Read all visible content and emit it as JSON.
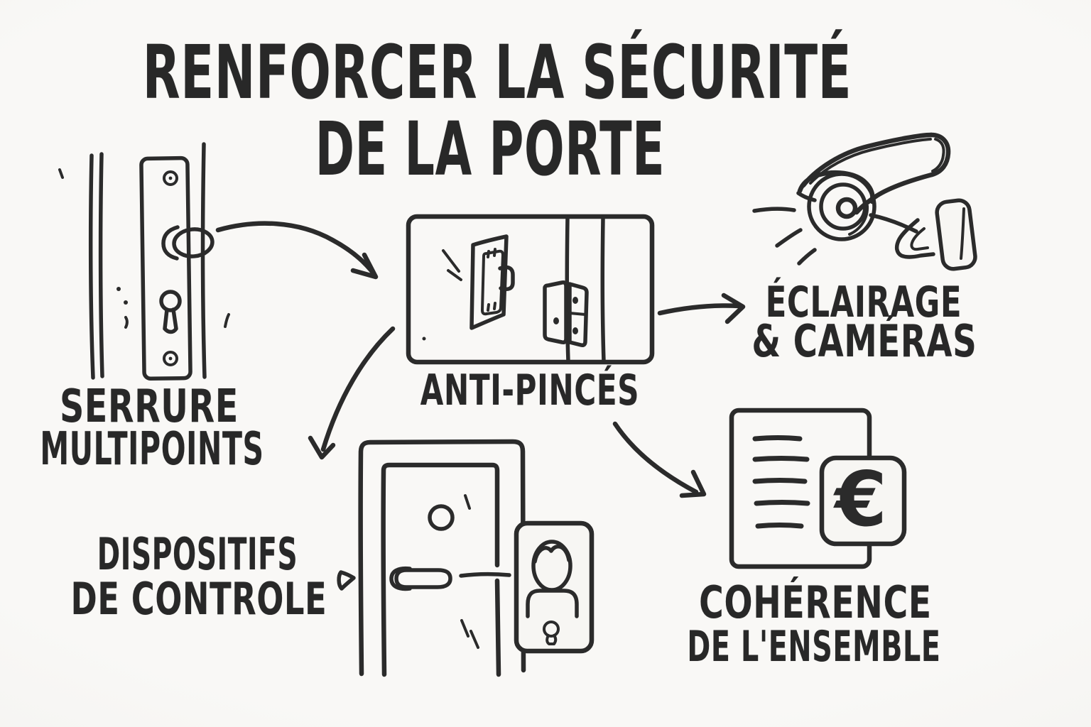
{
  "title": {
    "line1": "RENFORCER LA SÉCURITÉ",
    "line2": "DE LA PORTE"
  },
  "nodes": {
    "lock": {
      "icon": "multipoint-lock-sketch",
      "label_line1": "SERRURE",
      "label_line2": "MULTIPOINTS"
    },
    "hinges": {
      "icon": "anti-pinch-hinge-sketch",
      "label": "ANTI-PINCÉS"
    },
    "lighting": {
      "icon": "security-camera-sketch",
      "label_line1": "ÉCLAIRAGE",
      "label_line2": "& CAMÉRAS"
    },
    "control": {
      "icon": "door-intercom-sketch",
      "label_line1": "DISPOSITIFS",
      "label_line2": "DE CONTROLE"
    },
    "coherence": {
      "icon": "document-euro-sketch",
      "label_line1": "COHÉRENCE",
      "label_line2": "DE L'ENSEMBLE",
      "euro_symbol": "€"
    }
  },
  "connections": [
    {
      "from": "lock",
      "to": "hinges"
    },
    {
      "from": "hinges",
      "to": "lighting"
    },
    {
      "from": "hinges",
      "to": "control"
    },
    {
      "from": "hinges",
      "to": "coherence"
    }
  ],
  "style": {
    "ink_color": "#2b2b2b",
    "background_color": "#f7f6f3",
    "drawing_style": "hand-drawn sketch"
  }
}
